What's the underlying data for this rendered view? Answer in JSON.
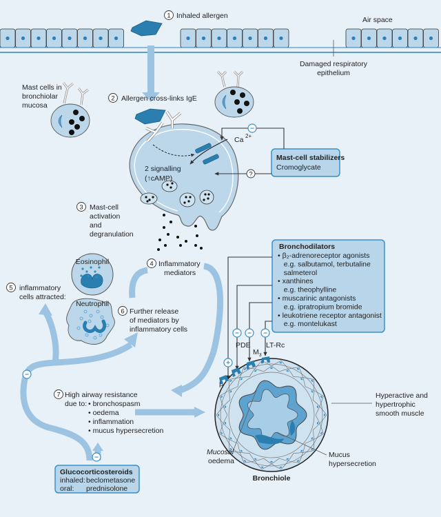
{
  "colors": {
    "background": "#e9f1f8",
    "cell_fill": "#bcd7ea",
    "cell_light": "#cfe2f0",
    "nucleus": "#2a82b8",
    "allergen": "#2a7fb0",
    "pathway_arrow": "#9cc4e2",
    "box_fill": "#b8d5ea",
    "box_border": "#3a8fc8",
    "line_dark": "#333333"
  },
  "labels": {
    "step1": {
      "num": "1",
      "text": "Inhaled allergen"
    },
    "air_space": "Air space",
    "damaged_epithelium": [
      "Damaged respiratory",
      "epithelium"
    ],
    "mast_cells": [
      "Mast cells in",
      "bronchiolar",
      "mucosa"
    ],
    "step2": {
      "num": "2",
      "text": "Allergen cross-links IgE"
    },
    "calcium": "Ca",
    "calcium_sup": "2+",
    "signalling": [
      "2  signalling",
      "(↑cAMP)"
    ],
    "step3": {
      "num": "3",
      "lines": [
        "Mast-cell",
        "activation",
        "and",
        "degranulation"
      ]
    },
    "step4": {
      "num": "4",
      "lines": [
        "Inflammatory",
        "mediators"
      ]
    },
    "step5": {
      "num": "5",
      "lines": [
        "inflammatory",
        "cells attracted:"
      ]
    },
    "eosinophil": "Eosinophil",
    "neutrophil": "Neutrophil",
    "step6": {
      "num": "6",
      "lines": [
        "Further release",
        "of mediators by",
        "inflammatory cells"
      ]
    },
    "step7": {
      "num": "7",
      "title": "High airway resistance",
      "due_to": "due to:",
      "causes": [
        "bronchospasm",
        "oedema",
        "inflammation",
        "mucus hypersecretion"
      ]
    },
    "receptors": {
      "beta2": "β",
      "beta2_sub": "2",
      "pde": "PDE",
      "m3": "M",
      "m3_sub": "3",
      "ltrc": "LT-Rc"
    },
    "hyperactive_muscle": [
      "Hyperactive and",
      "hypertrophic",
      "smooth muscle"
    ],
    "mucosal_oedema": [
      "Mucosal",
      "oedema"
    ],
    "mucus_hypersecretion": [
      "Mucus",
      "hypersecretion"
    ],
    "bronchiole": "Bronchiole"
  },
  "signs": {
    "minus": "−",
    "plus": "+",
    "question": "?"
  },
  "mast_cell_stabilizers": {
    "title": "Mast-cell stabilizers",
    "drug": "Cromoglycate"
  },
  "bronchodilators": {
    "title": "Bronchodilators",
    "lines": [
      "• β₂-adrenoreceptor agonists",
      "   e.g. salbutamol, terbutaline",
      "   salmeterol",
      "• xanthines",
      "   e.g. theophylline",
      "• muscarinic antagonists",
      "   e.g. ipratropium bromide",
      "• leukotriene receptor antagonist",
      "   e.g. montelukast"
    ]
  },
  "glucocorticosteroids": {
    "title": "Glucocorticosteroids",
    "inhaled_label": "inhaled:",
    "inhaled_drug": "beclometasone",
    "oral_label": "oral:",
    "oral_drug": "prednisolone"
  }
}
